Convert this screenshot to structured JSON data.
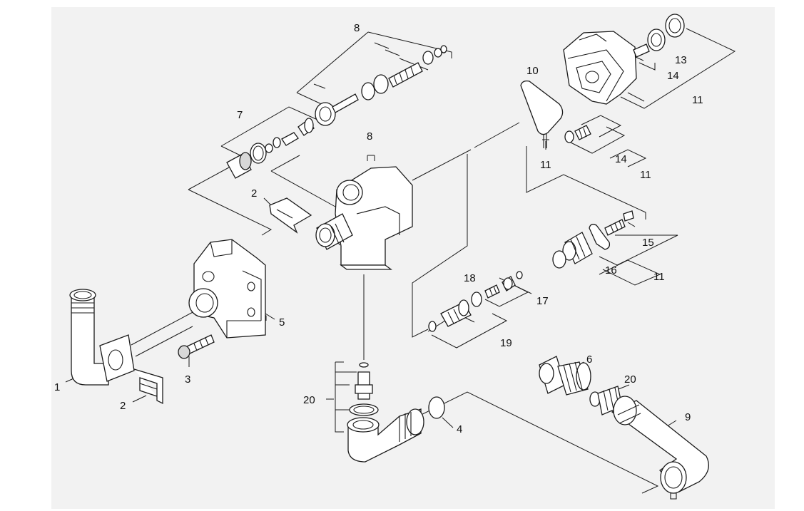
{
  "callouts": {
    "c1": "1",
    "c2a": "2",
    "c2b": "2",
    "c3": "3",
    "c4": "4",
    "c5": "5",
    "c6": "6",
    "c7": "7",
    "c8a": "8",
    "c8b": "8",
    "c9": "9",
    "c10": "10",
    "c11a": "11",
    "c11b": "11",
    "c11c": "11",
    "c11d": "11",
    "c13": "13",
    "c14a": "14",
    "c14b": "14",
    "c15": "15",
    "c16": "16",
    "c17": "17",
    "c18": "18",
    "c19": "19",
    "c20a": "20",
    "c20b": "20"
  },
  "colors": {
    "background": "#ffffff",
    "panel": "#f2f2f2",
    "ink": "#1a1a1a"
  }
}
